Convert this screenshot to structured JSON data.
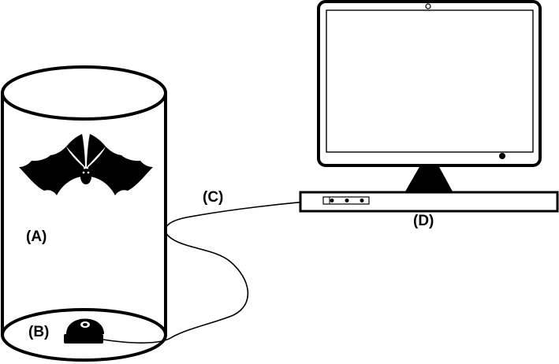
{
  "labels": {
    "a": "(A)",
    "b": "(B)",
    "c": "(C)",
    "d": "(D)"
  },
  "colors": {
    "ink": "#000000",
    "paper": "#ffffff"
  },
  "icons": [
    "cylinder-enclosure",
    "bat-silhouette",
    "camera-device",
    "usb-cable",
    "computer-monitor",
    "usb-hub-bar"
  ]
}
